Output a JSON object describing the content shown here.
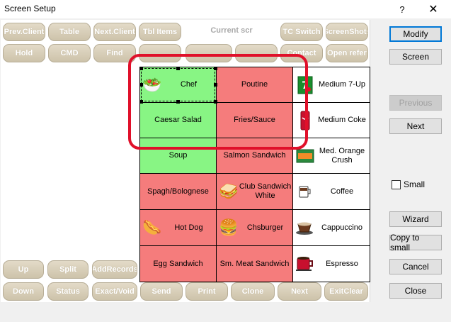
{
  "window": {
    "title": "Screen Setup",
    "help": "?",
    "close": "✕"
  },
  "preview": {
    "tab_header": "Current scr",
    "top_pills_row1": [
      "Prev.Client",
      "Table",
      "Next.Client",
      "Tbl Items",
      "",
      "TC Switch",
      "ScreenShots"
    ],
    "top_pills_row2": [
      "Hold",
      "CMD",
      "Find",
      "",
      "",
      "",
      "Contact",
      "Open refer"
    ],
    "bottom_pills_row1": [
      "Up",
      "Split",
      "AddRecords"
    ],
    "bottom_pills_row2": [
      "Down",
      "Status",
      "Exact/Void",
      "Send",
      "Print",
      "Clone",
      "Next",
      "ExitClear"
    ]
  },
  "grid": {
    "rows": [
      [
        {
          "label": "Chef",
          "color": "green",
          "icon": "salad-icon"
        },
        {
          "label": "Poutine",
          "color": "red",
          "icon": ""
        },
        {
          "label": "Medium 7-Up",
          "color": "white",
          "icon": "7up-can-icon"
        }
      ],
      [
        {
          "label": "Caesar Salad",
          "color": "green",
          "icon": ""
        },
        {
          "label": "Fries/Sauce",
          "color": "red",
          "icon": ""
        },
        {
          "label": "Medium Coke",
          "color": "white",
          "icon": "coke-can-icon"
        }
      ],
      [
        {
          "label": "Soup",
          "color": "green",
          "icon": ""
        },
        {
          "label": "Salmon Sandwich",
          "color": "red",
          "icon": ""
        },
        {
          "label": "Med. Orange Crush",
          "color": "white",
          "icon": "orange-crush-can-icon"
        }
      ],
      [
        {
          "label": "Spagh/Bolognese",
          "color": "red",
          "icon": ""
        },
        {
          "label": "Club Sandwich White",
          "color": "red",
          "icon": "club-sandwich-icon"
        },
        {
          "label": "Coffee",
          "color": "white",
          "icon": "coffee-mug-icon"
        }
      ],
      [
        {
          "label": "Hot Dog",
          "color": "red",
          "icon": "hot-dog-icon"
        },
        {
          "label": "Chsburger",
          "color": "red",
          "icon": "cheeseburger-icon"
        },
        {
          "label": "Cappuccino",
          "color": "white",
          "icon": "cappuccino-cup-icon"
        }
      ],
      [
        {
          "label": "Egg Sandwich",
          "color": "red",
          "icon": ""
        },
        {
          "label": "Sm. Meat Sandwich",
          "color": "red",
          "icon": ""
        },
        {
          "label": "Espresso",
          "color": "white",
          "icon": "espresso-cup-icon"
        }
      ]
    ]
  },
  "buttons": {
    "modify": "Modify",
    "screen": "Screen",
    "previous": "Previous",
    "next": "Next",
    "small": "Small",
    "wizard": "Wizard",
    "copy_to_small": "Copy to small",
    "cancel": "Cancel",
    "close": "Close"
  },
  "colors": {
    "green": "#88f584",
    "red": "#f57c7c",
    "highlight": "#e0102a",
    "pill": "#d8cfb8"
  }
}
